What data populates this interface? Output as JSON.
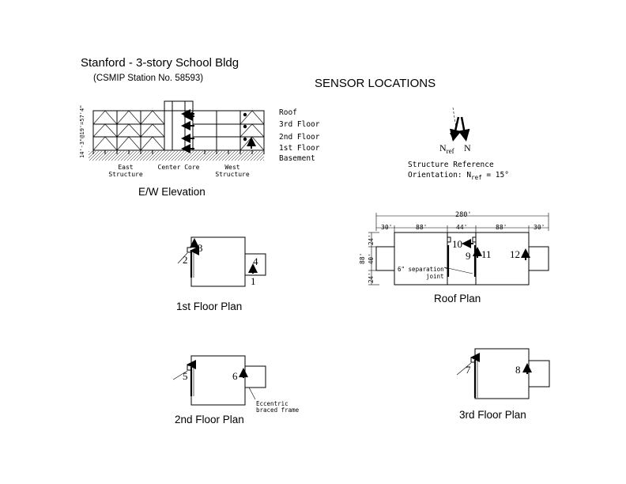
{
  "title": "Stanford - 3-story School Bldg",
  "subtitle": "(CSMIP Station No. 58593)",
  "heading": "SENSOR LOCATIONS",
  "elevation": {
    "caption": "E/W Elevation",
    "levels": [
      "Roof",
      "3rd Floor",
      "2nd Floor",
      "1st Floor",
      "Basement"
    ],
    "parts": [
      "East Structure",
      "Center Core",
      "West Structure"
    ],
    "part_lines": [
      [
        "East",
        "Structure"
      ],
      [
        "Center Core"
      ],
      [
        "West",
        "Structure"
      ]
    ],
    "height_note": "14'-3\"@19'=57'4\""
  },
  "north": {
    "nref": "N",
    "nref_sub": "ref",
    "n": "N",
    "line1": "Structure Reference",
    "line2_prefix": "Orientation: N",
    "line2_sub": "ref",
    "line2_suffix": " = 15°"
  },
  "plans": {
    "first": {
      "caption": "1st Floor Plan",
      "sensors": [
        "1",
        "2",
        "3",
        "4"
      ]
    },
    "second": {
      "caption": "2nd Floor Plan",
      "sensors": [
        "5",
        "6"
      ],
      "note_line1": "Eccentric",
      "note_line2": "braced frame"
    },
    "third": {
      "caption": "3rd Floor Plan",
      "sensors": [
        "7",
        "8"
      ]
    },
    "roof": {
      "caption": "Roof Plan",
      "sensors": [
        "9",
        "10",
        "11",
        "12"
      ],
      "overall": "280'",
      "spans": [
        "30'",
        "88'",
        "44'",
        "88'",
        "30'"
      ],
      "depth_total": "88'",
      "depth_parts": [
        "24'",
        "40'",
        "24'"
      ],
      "joint_line1": "6\" separation",
      "joint_line2": "joint"
    }
  }
}
